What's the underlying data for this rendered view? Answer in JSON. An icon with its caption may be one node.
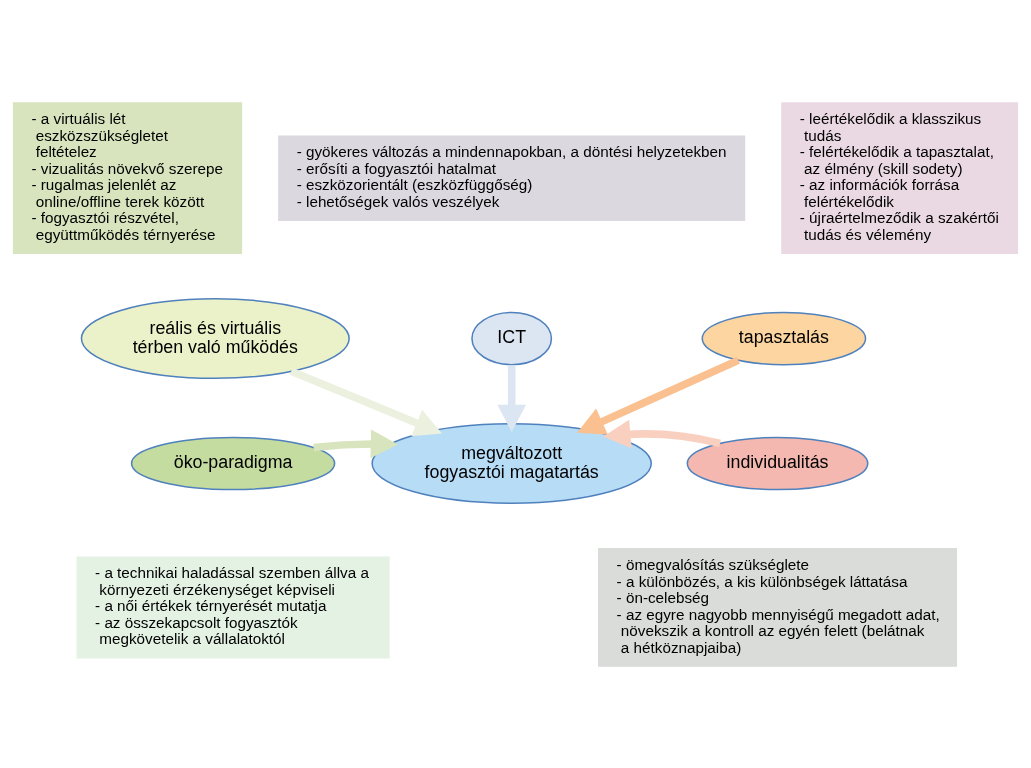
{
  "diagram": {
    "nodes": [
      {
        "text": [
          "- gyökeres változás a mindennapokban, a döntési helyzetekben",
          "- erősíti a fogyasztói hatalmat",
          "- eszközorientált (eszközfüggőség)",
          "- lehetőségek valós veszélyek"
        ]
      },
      {
        "text": [
          "ICT"
        ]
      },
      {
        "text": [
          "- a virtuális lét eszközszükségletet feltételez",
          "- vizualitás növekvő szerepe",
          "- rugalmas jelenlét az online/offline terek között",
          "- fogyasztói részvétel, együttműködés térnyerése"
        ]
      },
      {
        "text": [
          "- leértékelődik a klasszikus tudás",
          "- felértékelődik a tapasztalat, az élmény (skill sodety)",
          "- az információk forrása felértékelődik",
          "- újraértelmeződik a szakértői tudás és vélemény"
        ]
      },
      {
        "text": [
          "reális és virtuális térben való működés"
        ]
      },
      {
        "text": [
          "tapasztalás"
        ]
      },
      {
        "text": [
          "öko-paradigma"
        ]
      },
      {
        "text": [
          "megváltozott fogyasztói magatartás"
        ]
      },
      {
        "text": [
          "individualitás"
        ]
      },
      {
        "text": [
          "- a technikai haladással szemben állva a környezeti érzékenységet képviseli",
          "- a női értékek térnyerését mutatja",
          "- az összekapcsolt fogyasztók megkövetelik a vállalatoktól"
        ]
      },
      {
        "text": [
          "- ömegvalósítás szükséglete",
          "- a különbözés, a kis különbségek láttatása",
          "- ön-celebség",
          "- az egyre nagyobb mennyiségű megadott adat, növekszik a kontroll az egyén felett (belátnak a hétköznapjaiba)"
        ]
      }
    ],
    "edges": [
      {
        "from": 1,
        "to": 7,
        "arrow": "to",
        "color": "#dce6f2"
      },
      {
        "from": 4,
        "to": 7,
        "arrow": "to",
        "color": "#ebf1de"
      },
      {
        "from": 5,
        "to": 7,
        "arrow": "to",
        "color": "#fac090"
      },
      {
        "from": 6,
        "to": 7,
        "arrow": "to",
        "color": "#d7e4bd"
      },
      {
        "from": 8,
        "to": 7,
        "arrow": "to",
        "color": "#f9d0c0"
      }
    ]
  }
}
